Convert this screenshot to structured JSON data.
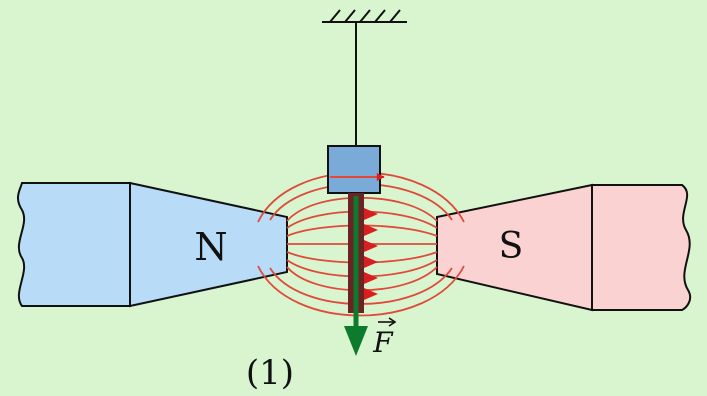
{
  "diagram": {
    "labels": {
      "north_pole": "N",
      "south_pole": "S",
      "force": "F",
      "figure_number": "(1)"
    },
    "colors": {
      "background": "#d8f5cf",
      "north_magnet": "#b8dcf8",
      "south_magnet": "#fad2d2",
      "field_line": "#e04a3a",
      "arrowhead": "#d81e1e",
      "wire": "#6b2323",
      "force_vector": "#0d7a2e",
      "wire_box": "#7aaad8",
      "outline": "#111111"
    },
    "icons": {
      "ceiling": "hatched-ceiling-support",
      "suspension": "thread",
      "conductor": "current-carrying-wire",
      "force": "force-arrow"
    }
  }
}
